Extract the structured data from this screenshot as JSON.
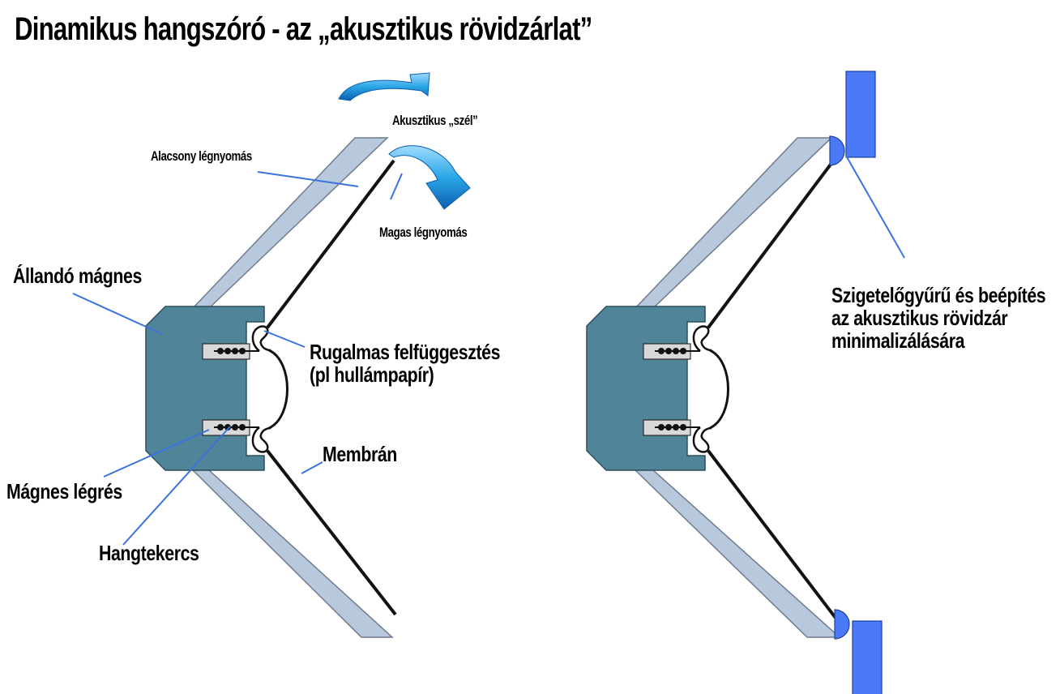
{
  "title": "Dinamikus hangszóró - az „akusztikus rövidzárlat”",
  "colors": {
    "magnet": "#4f8499",
    "frame": "#b8c8dd",
    "frame_stroke": "#6e7c8c",
    "pointer": "#3a72e0",
    "baffle": "#4a7af5",
    "arrow": "#2aa6e6",
    "gap": "#d8d8d8"
  },
  "labels": {
    "akusztikus_szel": "Akusztikus „szél”",
    "alacsony": "Alacsony légnyomás",
    "magas": "Magas légnyomás",
    "allando": "Állandó mágnes",
    "rugalmas": "Rugalmas felfüggesztés\n(pl hullámpapír)",
    "membran": "Membrán",
    "legres": "Mágnes légrés",
    "hangtekercs": "Hangtekercs",
    "szigetelo": "Szigetelőgyűrű és beépítés\naz akusztikus rövidzár\nminimalizálására"
  }
}
